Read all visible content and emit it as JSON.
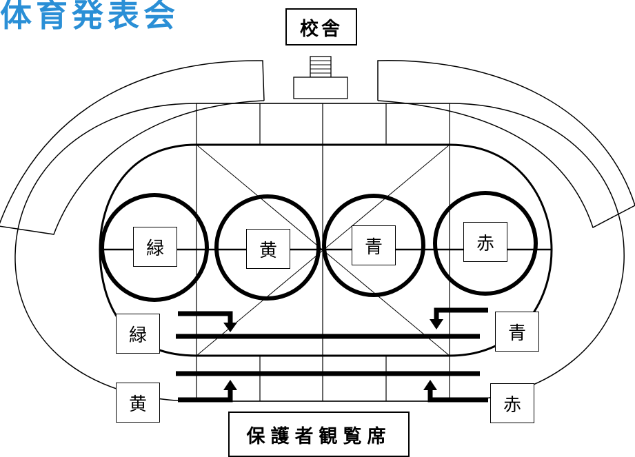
{
  "header": {
    "title": "体育発表会"
  },
  "labels": {
    "school_building": "校舎",
    "parent_seating": "保護者観覧席"
  },
  "teams": {
    "green": "緑",
    "yellow": "黄",
    "blue": "青",
    "red": "赤"
  },
  "colors": {
    "title_blue": "#2a8fd6",
    "line": "#000000"
  }
}
